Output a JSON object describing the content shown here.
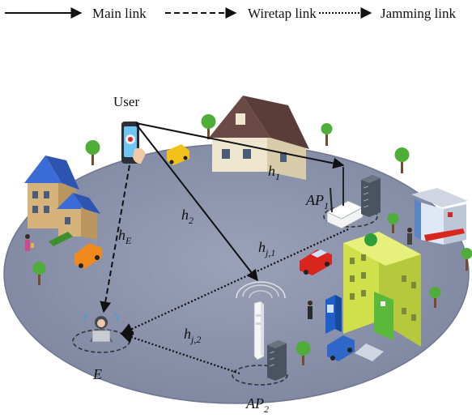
{
  "legend": {
    "main_label": "Main link",
    "wiretap_label": "Wiretap link",
    "jamming_label": "Jamming link"
  },
  "nodes": {
    "user_label": "User",
    "ap1_label": "AP",
    "ap1_sub": "1",
    "ap2_label": "AP",
    "ap2_sub": "2",
    "eve_label": "E"
  },
  "channels": {
    "h1_label": "h",
    "h1_sub": "1",
    "h2_label": "h",
    "h2_sub": "2",
    "hE_label": "h",
    "hE_sub": "E",
    "hj1_label": "h",
    "hj1_sub": "j,1",
    "hj2_label": "h",
    "hj2_sub": "j,2"
  },
  "colors": {
    "ground": "#8a91aa",
    "ground_edge": "#6f7790",
    "link": "#111111",
    "house_roof": "#6b4a46",
    "house_wall": "#efe6cf",
    "blue_roof": "#3b6bd6",
    "hospital": "#cfe04a",
    "tree": "#4fae3a",
    "car_yellow": "#f2c21b",
    "car_red": "#d8261f",
    "car_orange": "#f08a1d",
    "car_blue": "#2f67c8"
  },
  "icons": [
    "phone-icon",
    "house-icon",
    "router-icon",
    "server-icon",
    "antenna-icon",
    "hacker-icon",
    "tree-icon",
    "car-icon",
    "hospital-icon",
    "bus-stop-icon",
    "phone-booth-icon",
    "person-icon"
  ]
}
